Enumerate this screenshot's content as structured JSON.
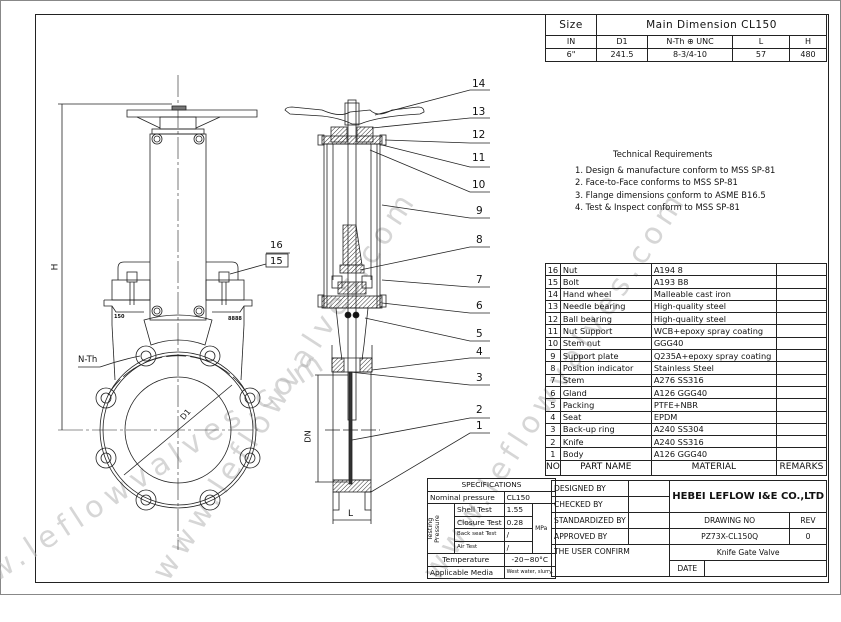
{
  "dimension_table": {
    "size_label": "Size",
    "main_label": "Main Dimension CL150",
    "headers": [
      "IN",
      "D1",
      "N-Th ⊕ UNC",
      "L",
      "H"
    ],
    "values": [
      "6\"",
      "241.5",
      "8-3/4-10",
      "57",
      "480"
    ]
  },
  "technical_requirements": {
    "title": "Technical Requirements",
    "items": [
      "1. Design & manufacture conform to MSS SP-81",
      "2. Face-to-Face conforms to MSS SP-81",
      "3. Flange dimensions conform to ASME B16.5",
      "4. Test & Inspect conform to MSS SP-81"
    ]
  },
  "parts_list": {
    "headers": {
      "no": "NO",
      "name": "PART NAME",
      "material": "MATERIAL",
      "remarks": "REMARKS"
    },
    "rows": [
      {
        "no": "16",
        "name": "Nut",
        "material": "A194 8"
      },
      {
        "no": "15",
        "name": "Bolt",
        "material": "A193 B8"
      },
      {
        "no": "14",
        "name": "Hand wheel",
        "material": "Malleable cast iron"
      },
      {
        "no": "13",
        "name": "Needle bearing",
        "material": "High-quality steel"
      },
      {
        "no": "12",
        "name": "Ball bearing",
        "material": "High-quality steel"
      },
      {
        "no": "11",
        "name": "Nut Support",
        "material": "WCB+epoxy spray coating"
      },
      {
        "no": "10",
        "name": "Stem nut",
        "material": "GGG40"
      },
      {
        "no": "9",
        "name": "Support plate",
        "material": "Q235A+epoxy spray coating"
      },
      {
        "no": "8",
        "name": "Position indicator",
        "material": "Stainless Steel"
      },
      {
        "no": "7",
        "name": "Stem",
        "material": "A276 SS316"
      },
      {
        "no": "6",
        "name": "Gland",
        "material": "A126 GGG40"
      },
      {
        "no": "5",
        "name": "Packing",
        "material": "PTFE+NBR"
      },
      {
        "no": "4",
        "name": "Seat",
        "material": "EPDM"
      },
      {
        "no": "3",
        "name": "Back-up ring",
        "material": "A240 SS304"
      },
      {
        "no": "2",
        "name": "Knife",
        "material": "A240 SS316"
      },
      {
        "no": "1",
        "name": "Body",
        "material": "A126 GGG40"
      }
    ]
  },
  "specifications": {
    "title": "SPECIFICATIONS",
    "nominal_pressure_label": "Nominal pressure",
    "nominal_pressure": "CL150",
    "testing_pressure_label": "Testing Pressure",
    "unit": "MPa",
    "tests": [
      {
        "label": "Shell Test",
        "value": "1.55"
      },
      {
        "label": "Closure Test",
        "value": "0.28"
      },
      {
        "label": "Back seat Test",
        "value": "/"
      },
      {
        "label": "Air Test",
        "value": "/"
      }
    ],
    "temperature_label": "Temperature",
    "temperature": "-20~80°C",
    "media_label": "Applicable Media",
    "media": "West water, slurry."
  },
  "title_block": {
    "designed_by": "DESIGNED BY",
    "checked_by": "CHECKED BY",
    "standardized_by": "STANDARDIZED BY",
    "approved_by": "APPROVED BY",
    "user_confirm": "THE USER CONFIRM",
    "company": "HEBEI LEFLOW I&E CO.,LTD",
    "drawing_no_label": "DRAWING NO",
    "rev_label": "REV",
    "drawing_no": "PZ73X-CL150Q",
    "rev": "0",
    "product": "Knife Gate Valve",
    "date_label": "DATE"
  },
  "drawing": {
    "dimension_labels": {
      "h": "H",
      "d1": "D1",
      "nth": "N-Th",
      "dn": "DN",
      "l": "L"
    },
    "body_marks": [
      "150",
      "8888"
    ],
    "callouts": [
      "14",
      "13",
      "12",
      "11",
      "10",
      "9",
      "8",
      "7",
      "6",
      "5",
      "4",
      "3",
      "2",
      "1"
    ],
    "front_callouts": [
      "16",
      "15"
    ]
  },
  "watermark": "www.leflowvalves.com"
}
